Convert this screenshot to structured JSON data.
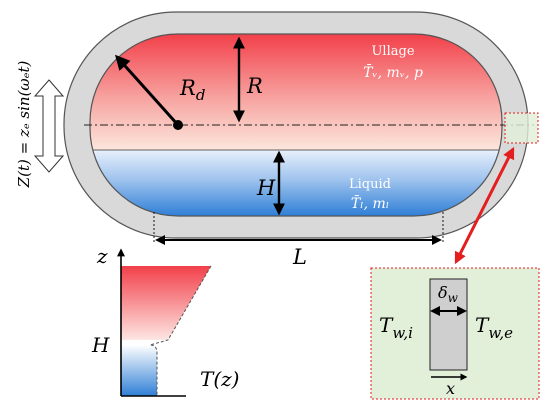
{
  "tank": {
    "ullage_label": "Ullage",
    "ullage_props": "T̄ᵥ, mᵥ, p",
    "liquid_label": "Liquid",
    "liquid_props": "T̄ₗ, mₗ",
    "radius_d": "R",
    "radius_d_sub": "d",
    "radius": "R",
    "fill_height": "H",
    "length": "L",
    "excitation": "Z(t) = zₑ sin(ωₑt)"
  },
  "profile": {
    "z_axis": "z",
    "height_mark": "H",
    "t_axis": "T(z)"
  },
  "wall": {
    "thickness": "δ",
    "thickness_sub": "w",
    "temp_inner": "T",
    "temp_inner_sub": "w,i",
    "temp_outer": "T",
    "temp_outer_sub": "w,e",
    "x_axis": "x"
  },
  "colors": {
    "ullage_top": "#f2404a",
    "ullage_bottom": "#fbe6dc",
    "liquid_top": "#e8f0fb",
    "liquid_bottom": "#2f7fd6",
    "wall": "#d9d9d9",
    "arrow": "#e41e1e",
    "inset_bg": "#e2efd9"
  }
}
